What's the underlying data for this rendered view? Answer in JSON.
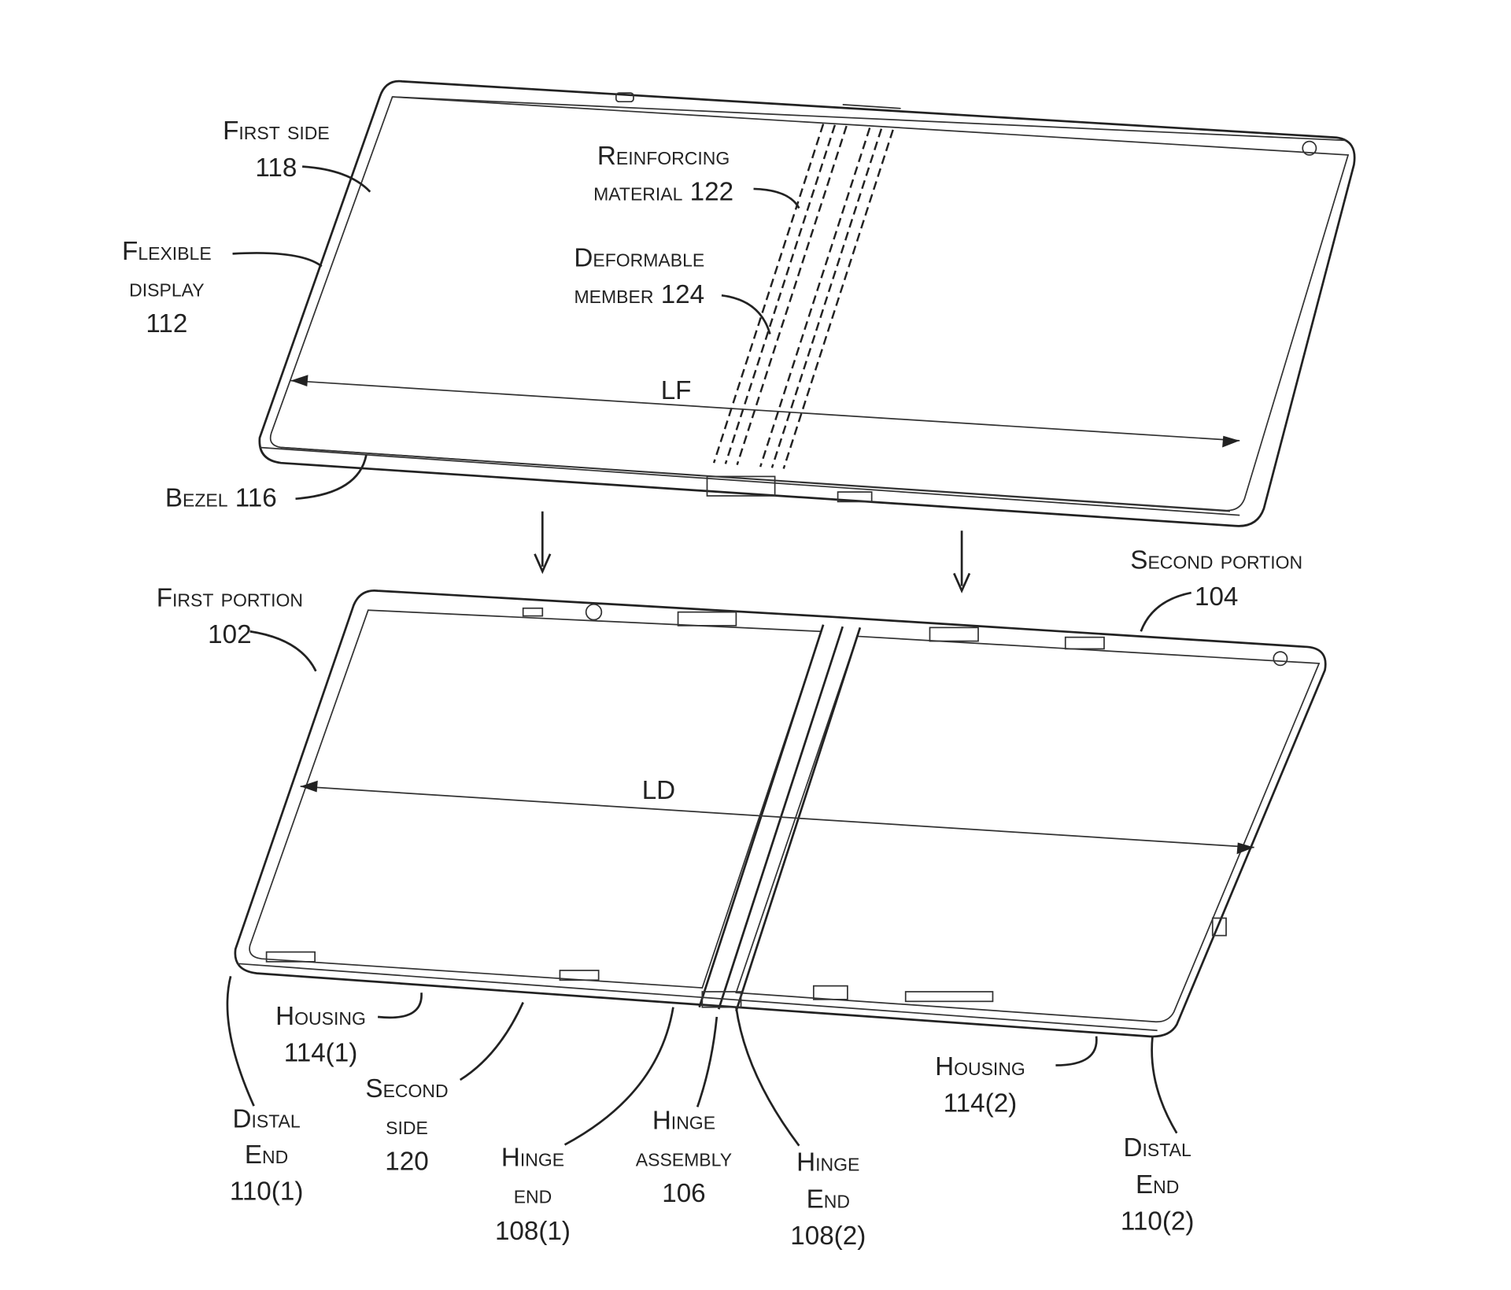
{
  "figure": {
    "labels": {
      "first_side": [
        "First side",
        "118"
      ],
      "reinforcing": [
        "Reinforcing",
        "material 122"
      ],
      "flexible_display": [
        "Flexible",
        "display",
        "112"
      ],
      "deformable": [
        "Deformable",
        "member 124"
      ],
      "lf": "LF",
      "bezel": "Bezel 116",
      "second_portion": [
        "Second portion",
        "104"
      ],
      "first_portion": [
        "First portion",
        "102"
      ],
      "ld": "LD",
      "housing1": [
        "Housing",
        "114(1)"
      ],
      "second_side": [
        "Second",
        "side",
        "120"
      ],
      "distal1": [
        "Distal",
        "End",
        "110(1)"
      ],
      "hinge_end1": [
        "Hinge",
        "end",
        "108(1)"
      ],
      "hinge_assembly": [
        "Hinge",
        "assembly",
        "106"
      ],
      "hinge_end2": [
        "Hinge",
        "End",
        "108(2)"
      ],
      "housing2": [
        "Housing",
        "114(2)"
      ],
      "distal2": [
        "Distal",
        "End",
        "110(2)"
      ]
    },
    "line_color": "#222222"
  }
}
